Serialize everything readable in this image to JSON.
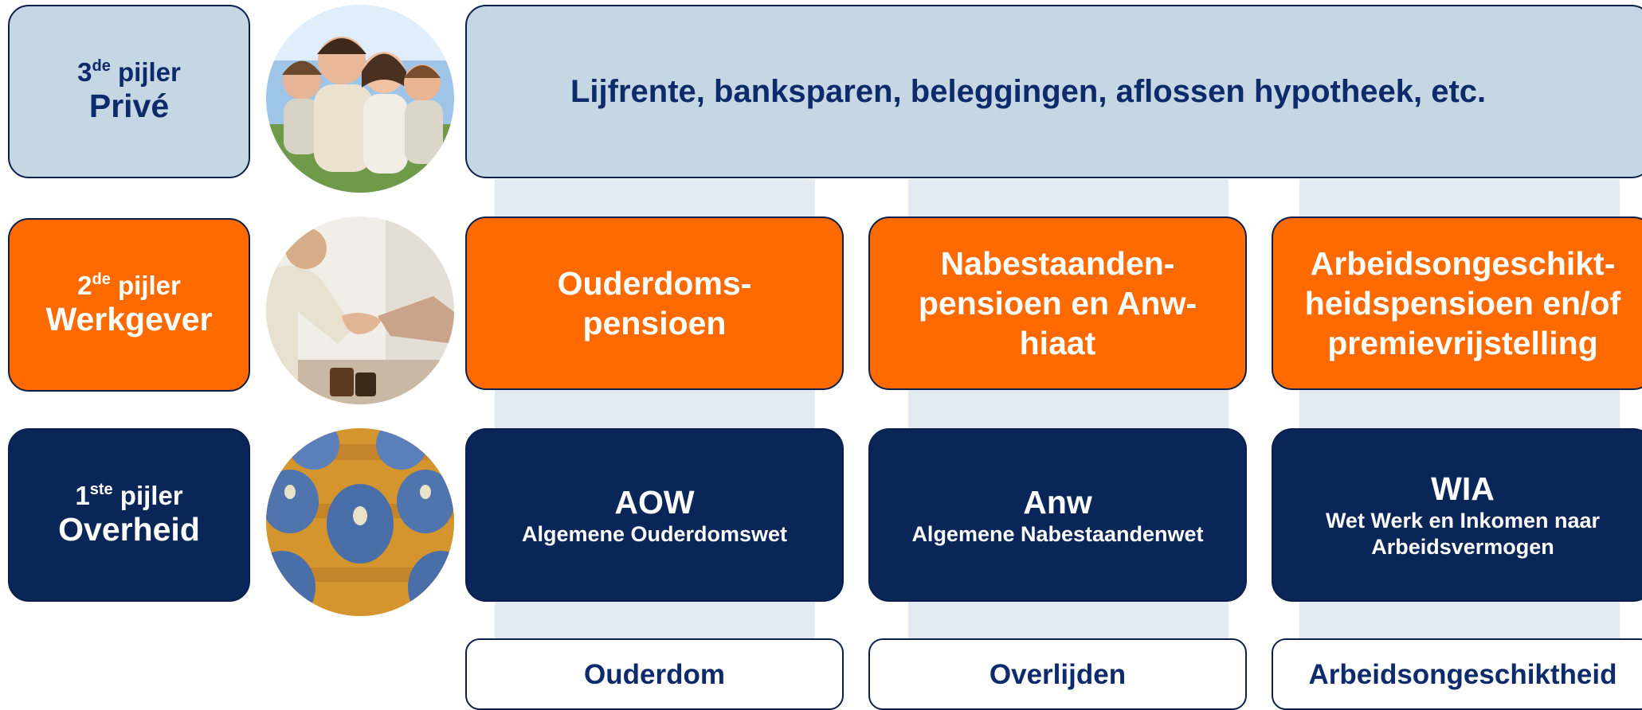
{
  "pillars": [
    {
      "num": "3",
      "sup": "de",
      "word": "pijler",
      "title": "Privé"
    },
    {
      "num": "2",
      "sup": "de",
      "word": "pijler",
      "title": "Werkgever"
    },
    {
      "num": "1",
      "sup": "ste",
      "word": "pijler",
      "title": "Overheid"
    }
  ],
  "third_pillar": {
    "text": "Lijfrente, banksparen, beleggingen, aflossen hypotheek, etc."
  },
  "second_pillar": {
    "col1": [
      "Ouderdoms-",
      "pensioen"
    ],
    "col2": [
      "Nabestaanden-",
      "pensioen en Anw-",
      "hiaat"
    ],
    "col3": [
      "Arbeidsongeschikt-",
      "heidspensioen en/of",
      "premievrijstelling"
    ]
  },
  "first_pillar": {
    "col1": {
      "abbr": "AOW",
      "full": [
        "Algemene Ouderdomswet"
      ]
    },
    "col2": {
      "abbr": "Anw",
      "full": [
        "Algemene Nabestaandenwet"
      ]
    },
    "col3": {
      "abbr": "WIA",
      "full": [
        "Wet Werk en Inkomen naar",
        "Arbeidsvermogen"
      ]
    }
  },
  "risks": [
    "Ouderdom",
    "Overlijden",
    "Arbeidsongeschiktheid"
  ],
  "colors": {
    "light_blue": "#c5d7e3",
    "orange": "#ff6a00",
    "navy": "#0a2558",
    "stripe": "#e3ebf2",
    "dark_text": "#0d2a6b"
  }
}
